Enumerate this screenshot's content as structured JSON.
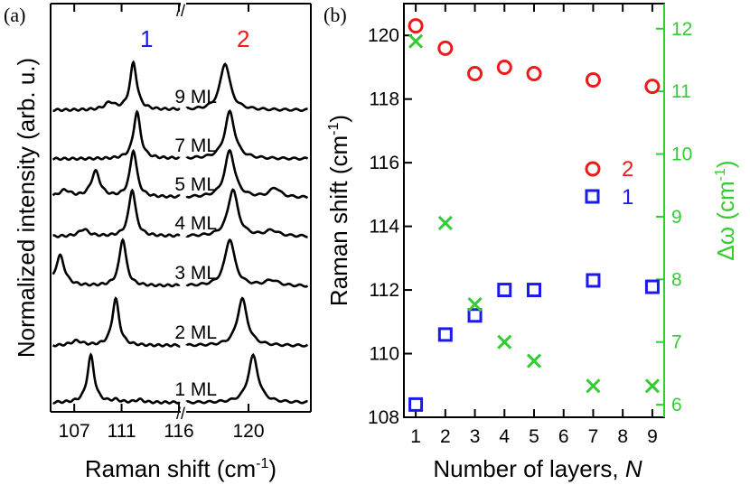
{
  "chart_data": [
    {
      "panel": "(a)",
      "type": "line",
      "xlabel": "Raman shift (cm",
      "xlabel_sup": "-1",
      "xlabel_close": ")",
      "ylabel": "Normalized intensity (arb. u.)",
      "x_ticks_left": [
        "107",
        "111",
        "116"
      ],
      "x_ticks_right": [
        "120"
      ],
      "peak_labels": [
        {
          "text": "1",
          "color": "#1a1aee"
        },
        {
          "text": "2",
          "color": "#ee1a1a"
        }
      ],
      "series": [
        {
          "name": "9 ML",
          "peak1": 112.0,
          "peak2": 118.5
        },
        {
          "name": "7 ML",
          "peak1": 112.3,
          "peak2": 118.8
        },
        {
          "name": "5 ML",
          "peak1": 112.0,
          "peak2": 118.8
        },
        {
          "name": "4 ML",
          "peak1": 111.9,
          "peak2": 119.0
        },
        {
          "name": "3 ML",
          "peak1": 111.1,
          "peak2": 118.8
        },
        {
          "name": "2 ML",
          "peak1": 110.5,
          "peak2": 119.6
        },
        {
          "name": "1 ML",
          "peak1": 108.4,
          "peak2": 120.3
        }
      ]
    },
    {
      "panel": "(b)",
      "type": "scatter",
      "xlabel": "Number of layers, ",
      "xlabel_italic": "N",
      "ylabel": "Raman shift (cm",
      "ylabel_sup": "-1",
      "ylabel_close": ")",
      "y2label": "Δω (cm",
      "y2label_sup": "-1",
      "y2label_close": ")",
      "xlim": [
        0.6,
        9.4
      ],
      "ylim": [
        108,
        121
      ],
      "y2lim": [
        5.8,
        12.4
      ],
      "x_ticks": [
        "1",
        "2",
        "3",
        "4",
        "5",
        "6",
        "7",
        "8",
        "9"
      ],
      "y_ticks": [
        "108",
        "110",
        "112",
        "114",
        "116",
        "118",
        "120"
      ],
      "y2_ticks": [
        "6",
        "7",
        "8",
        "9",
        "10",
        "11",
        "12"
      ],
      "series": [
        {
          "name": "2",
          "marker": "circle",
          "color": "#ee1a1a",
          "axis": "left",
          "x": [
            1,
            2,
            3,
            4,
            5,
            7,
            9
          ],
          "y": [
            120.3,
            119.6,
            118.8,
            119.0,
            118.8,
            118.6,
            118.4
          ]
        },
        {
          "name": "1",
          "marker": "square",
          "color": "#1a1aee",
          "axis": "left",
          "x": [
            1,
            2,
            3,
            4,
            5,
            7,
            9
          ],
          "y": [
            108.4,
            110.6,
            111.2,
            112.0,
            112.0,
            112.3,
            112.1
          ]
        },
        {
          "marker": "x",
          "color": "#33cc33",
          "axis": "right",
          "x": [
            1,
            2,
            3,
            4,
            5,
            7,
            9
          ],
          "y": [
            11.8,
            8.9,
            7.6,
            7.0,
            6.7,
            6.3,
            6.3
          ]
        }
      ],
      "legend": {
        "placement": "center-right",
        "entries": [
          "2",
          "1"
        ]
      }
    }
  ]
}
